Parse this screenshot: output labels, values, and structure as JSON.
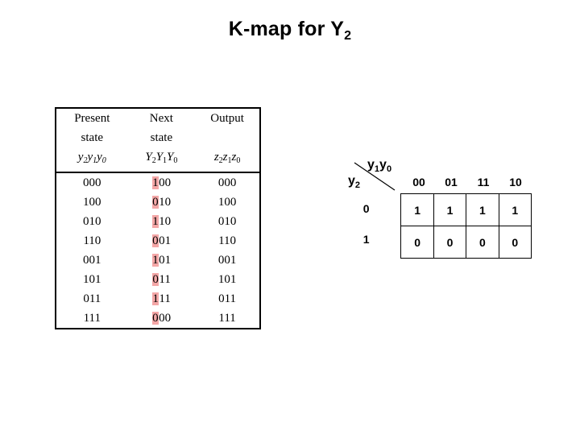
{
  "title": {
    "main": "K-map for Y",
    "sub": "2"
  },
  "state_table": {
    "headers": {
      "present_line1": "Present",
      "present_line2": "state",
      "next_line1": "Next",
      "next_line2": "state",
      "output_line1": "Output",
      "output_line2": "",
      "present_vars": "y2y1y0",
      "next_vars": "Y2Y1Y0",
      "output_vars": "z2z1z0"
    },
    "rows": [
      {
        "present": "000",
        "next_hl": "1",
        "next_rest": "00",
        "output": "000"
      },
      {
        "present": "100",
        "next_hl": "0",
        "next_rest": "10",
        "output": "100"
      },
      {
        "present": "010",
        "next_hl": "1",
        "next_rest": "10",
        "output": "010"
      },
      {
        "present": "110",
        "next_hl": "0",
        "next_rest": "01",
        "output": "110"
      },
      {
        "present": "001",
        "next_hl": "1",
        "next_rest": "01",
        "output": "001"
      },
      {
        "present": "101",
        "next_hl": "0",
        "next_rest": "11",
        "output": "101"
      },
      {
        "present": "011",
        "next_hl": "1",
        "next_rest": "11",
        "output": "011"
      },
      {
        "present": "111",
        "next_hl": "0",
        "next_rest": "00",
        "output": "111"
      }
    ],
    "highlight_color": "#f4a7a7"
  },
  "kmap": {
    "col_axis_label": "y1y0",
    "col_axis_label_base": "y",
    "col_axis_sub1": "1",
    "col_axis_label_base2": "y",
    "col_axis_sub2": "0",
    "row_axis_label_base": "y",
    "row_axis_sub": "2",
    "col_headers": [
      "00",
      "01",
      "11",
      "10"
    ],
    "row_headers": [
      "0",
      "1"
    ],
    "cells": [
      [
        "1",
        "1",
        "1",
        "1"
      ],
      [
        "0",
        "0",
        "0",
        "0"
      ]
    ]
  }
}
